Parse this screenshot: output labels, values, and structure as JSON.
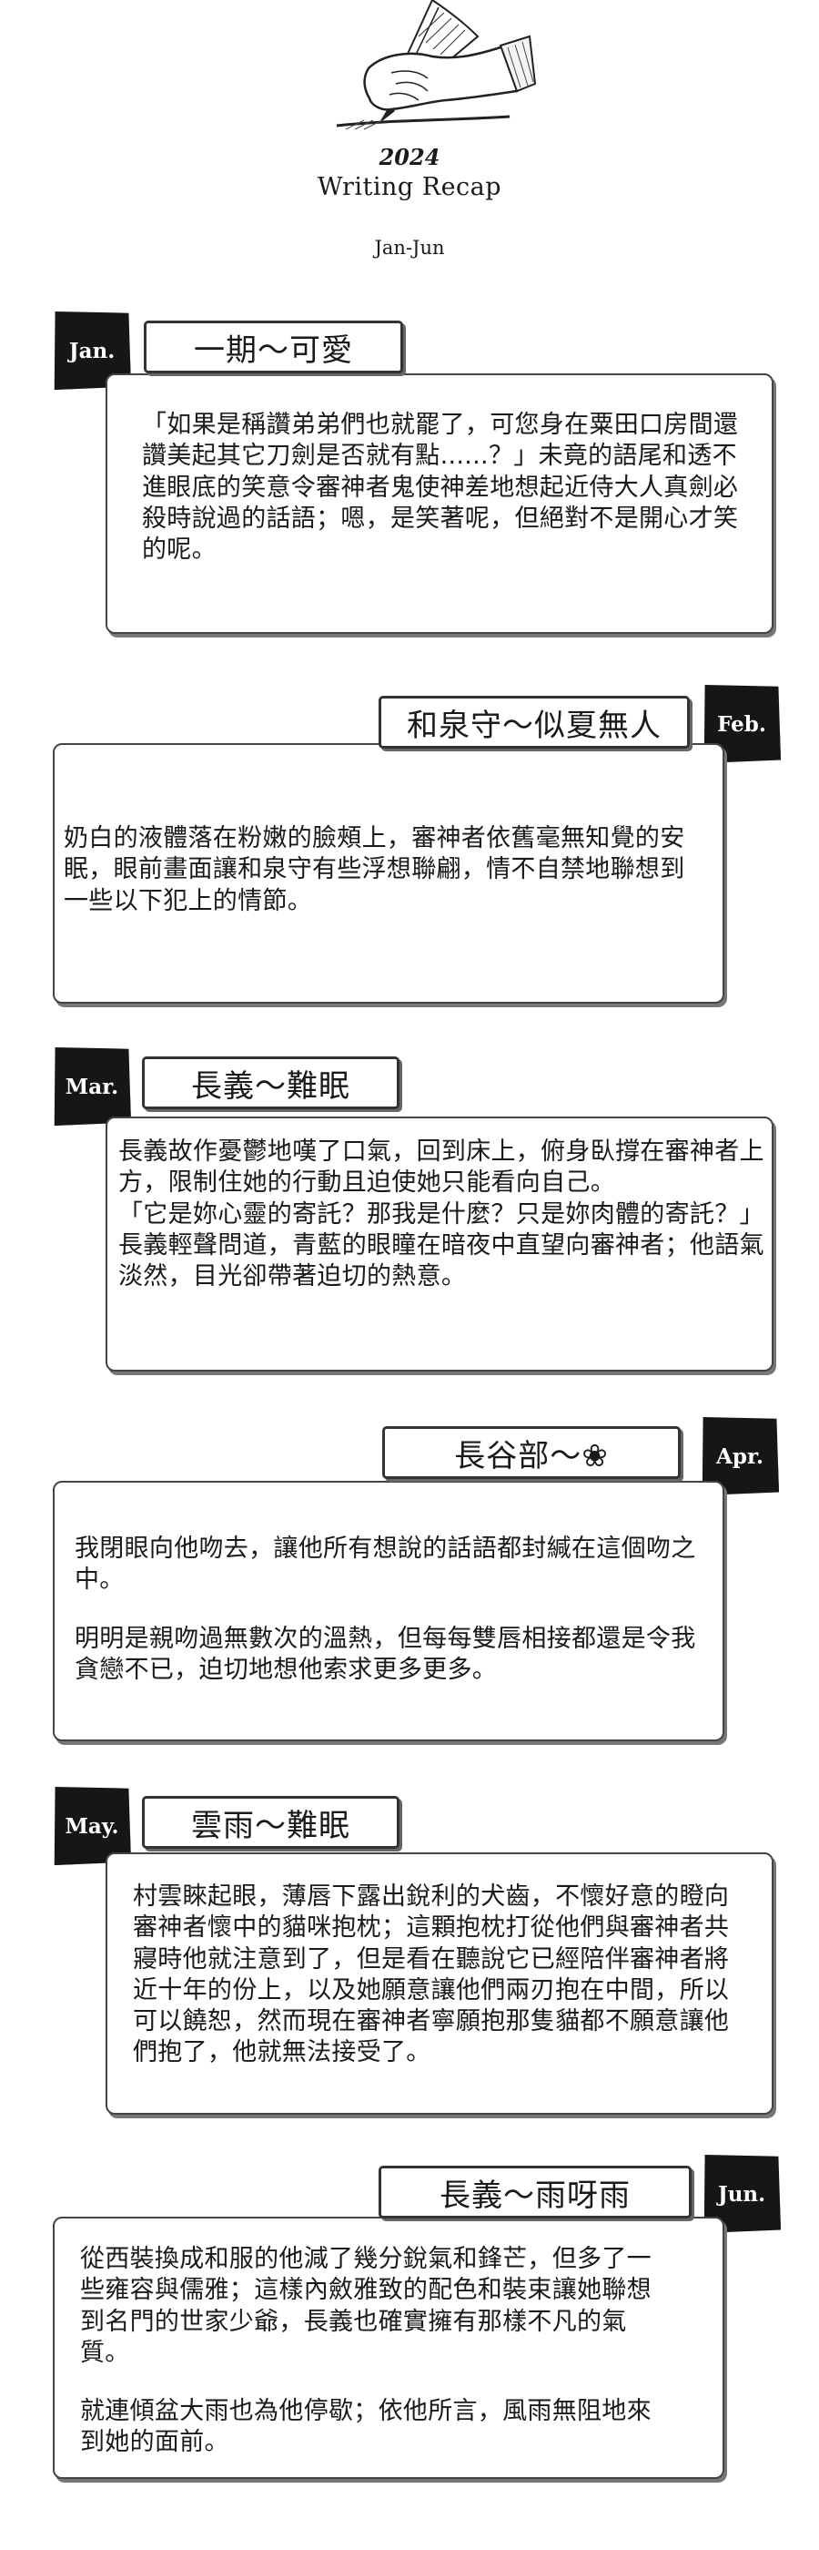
{
  "header": {
    "year": "2024",
    "title": "Writing Recap",
    "range": "Jan-Jun"
  },
  "entries": [
    {
      "month": "Jan.",
      "title": "一期～可愛",
      "paragraphs": [
        "「如果是稱讚弟弟們也就罷了，可您身在粟田口房間還讚美起其它刀劍是否就有點......？」未竟的語尾和透不進眼底的笑意令審神者鬼使神差地想起近侍大人真劍必殺時說過的話語；嗯，是笑著呢，但絕對不是開心才笑的呢。"
      ]
    },
    {
      "month": "Feb.",
      "title": "和泉守～似夏無人",
      "paragraphs": [
        "奶白的液體落在粉嫩的臉頰上，審神者依舊毫無知覺的安眠，眼前畫面讓和泉守有些浮想聯翩，情不自禁地聯想到一些以下犯上的情節。"
      ]
    },
    {
      "month": "Mar.",
      "title": "長義～難眠",
      "paragraphs": [
        "長義故作憂鬱地嘆了口氣，回到床上，俯身臥撐在審神者上方，限制住她的行動且迫使她只能看向自己。",
        "「它是妳心靈的寄託？那我是什麼？只是妳肉體的寄託？」",
        "長義輕聲問道，青藍的眼瞳在暗夜中直望向審神者；他語氣淡然，目光卻帶著迫切的熱意。"
      ]
    },
    {
      "month": "Apr.",
      "title": "長谷部～❀",
      "paragraphs": [
        "我閉眼向他吻去，讓他所有想說的話語都封緘在這個吻之中。",
        "明明是親吻過無數次的溫熱，但每每雙唇相接都還是令我貪戀不已，迫切地想他索求更多更多。"
      ]
    },
    {
      "month": "May.",
      "title": "雲雨～難眠",
      "paragraphs": [
        "村雲睞起眼，薄唇下露出銳利的犬齒，不懷好意的瞪向審神者懷中的貓咪抱枕；這顆抱枕打從他們與審神者共寢時他就注意到了，但是看在聽說它已經陪伴審神者將近十年的份上，以及她願意讓他們兩刃抱在中間，所以可以饒恕，然而現在審神者寧願抱那隻貓都不願意讓他們抱了，他就無法接受了。"
      ]
    },
    {
      "month": "Jun.",
      "title": "長義～雨呀雨",
      "paragraphs": [
        "從西裝換成和服的他減了幾分銳氣和鋒芒，但多了一些雍容與儒雅；這樣內斂雅致的配色和裝束讓她聯想到名門的世家少爺，長義也確實擁有那樣不凡的氣質。",
        "就連傾盆大雨也為他停歇；依他所言，風雨無阻地來到她的面前。"
      ]
    }
  ]
}
